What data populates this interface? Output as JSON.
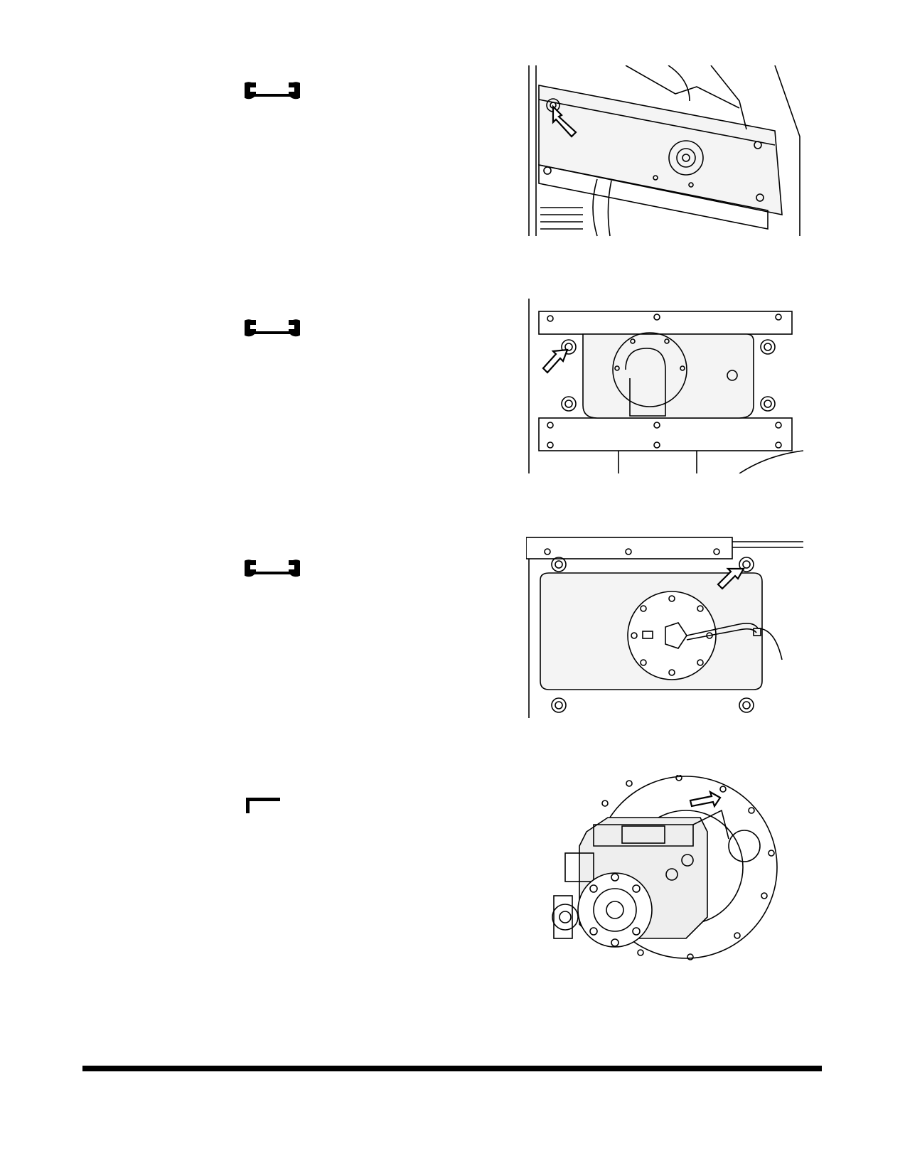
{
  "page": {
    "steps": [
      {
        "tool_icon": "open-end-wrench-icon",
        "figure": "cover-plate-bolt-callout-figure"
      },
      {
        "tool_icon": "open-end-wrench-icon",
        "figure": "access-panel-bolt-callout-figure"
      },
      {
        "tool_icon": "open-end-wrench-icon",
        "figure": "mounting-plate-bolt-callout-figure"
      },
      {
        "tool_icon": "allen-key-icon",
        "figure": "pump-flange-bolt-callout-figure"
      }
    ],
    "colors": {
      "line": "#000000",
      "panel_fill": "#f4f4f4",
      "background": "#ffffff"
    }
  }
}
